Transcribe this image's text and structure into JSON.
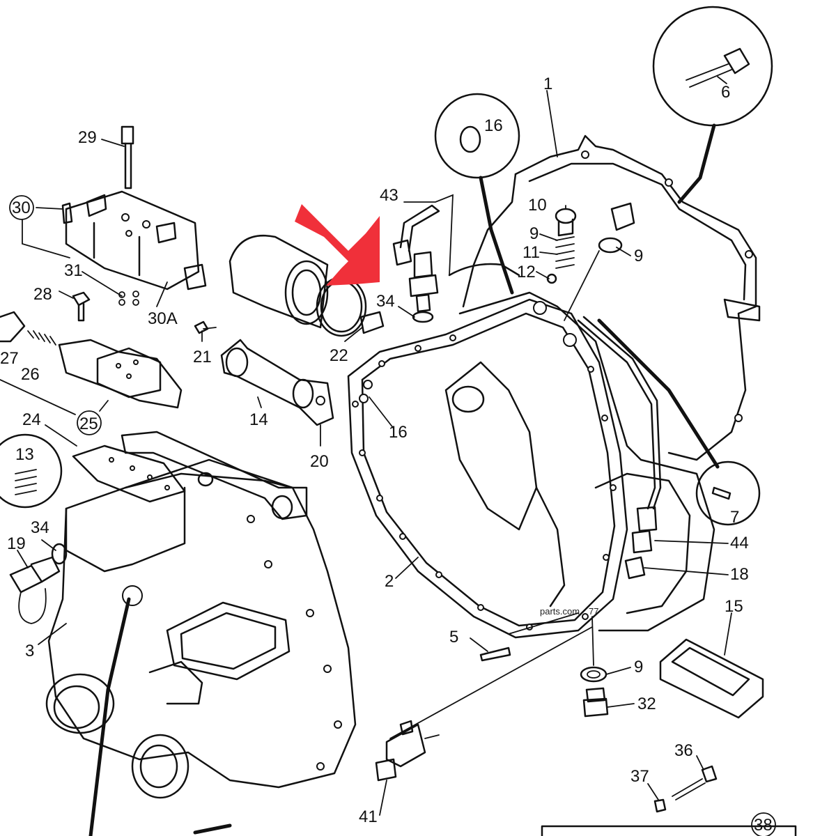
{
  "diagram": {
    "labels": {
      "l1": "1",
      "l2": "2",
      "l3": "3",
      "l5": "5",
      "l6": "6",
      "l7": "7",
      "l9a": "9",
      "l9b": "9",
      "l9c": "9",
      "l10": "10",
      "l11": "11",
      "l12": "12",
      "l13": "13",
      "l14": "14",
      "l15": "15",
      "l16a": "16",
      "l16b": "16",
      "l18": "18",
      "l19": "19",
      "l20": "20",
      "l21": "21",
      "l22": "22",
      "l24": "24",
      "l25": "25",
      "l26": "26",
      "l27": "27",
      "l28": "28",
      "l29": "29",
      "l30": "30",
      "l30a": "30A",
      "l31": "31",
      "l32": "32",
      "l34a": "34",
      "l34b": "34",
      "l36": "36",
      "l37": "37",
      "l38": "38",
      "l41": "41",
      "l43": "43",
      "l44": "44"
    },
    "watermark": "parts.com",
    "watermark_prefix": "77",
    "arrow_color": "#f0303a"
  }
}
